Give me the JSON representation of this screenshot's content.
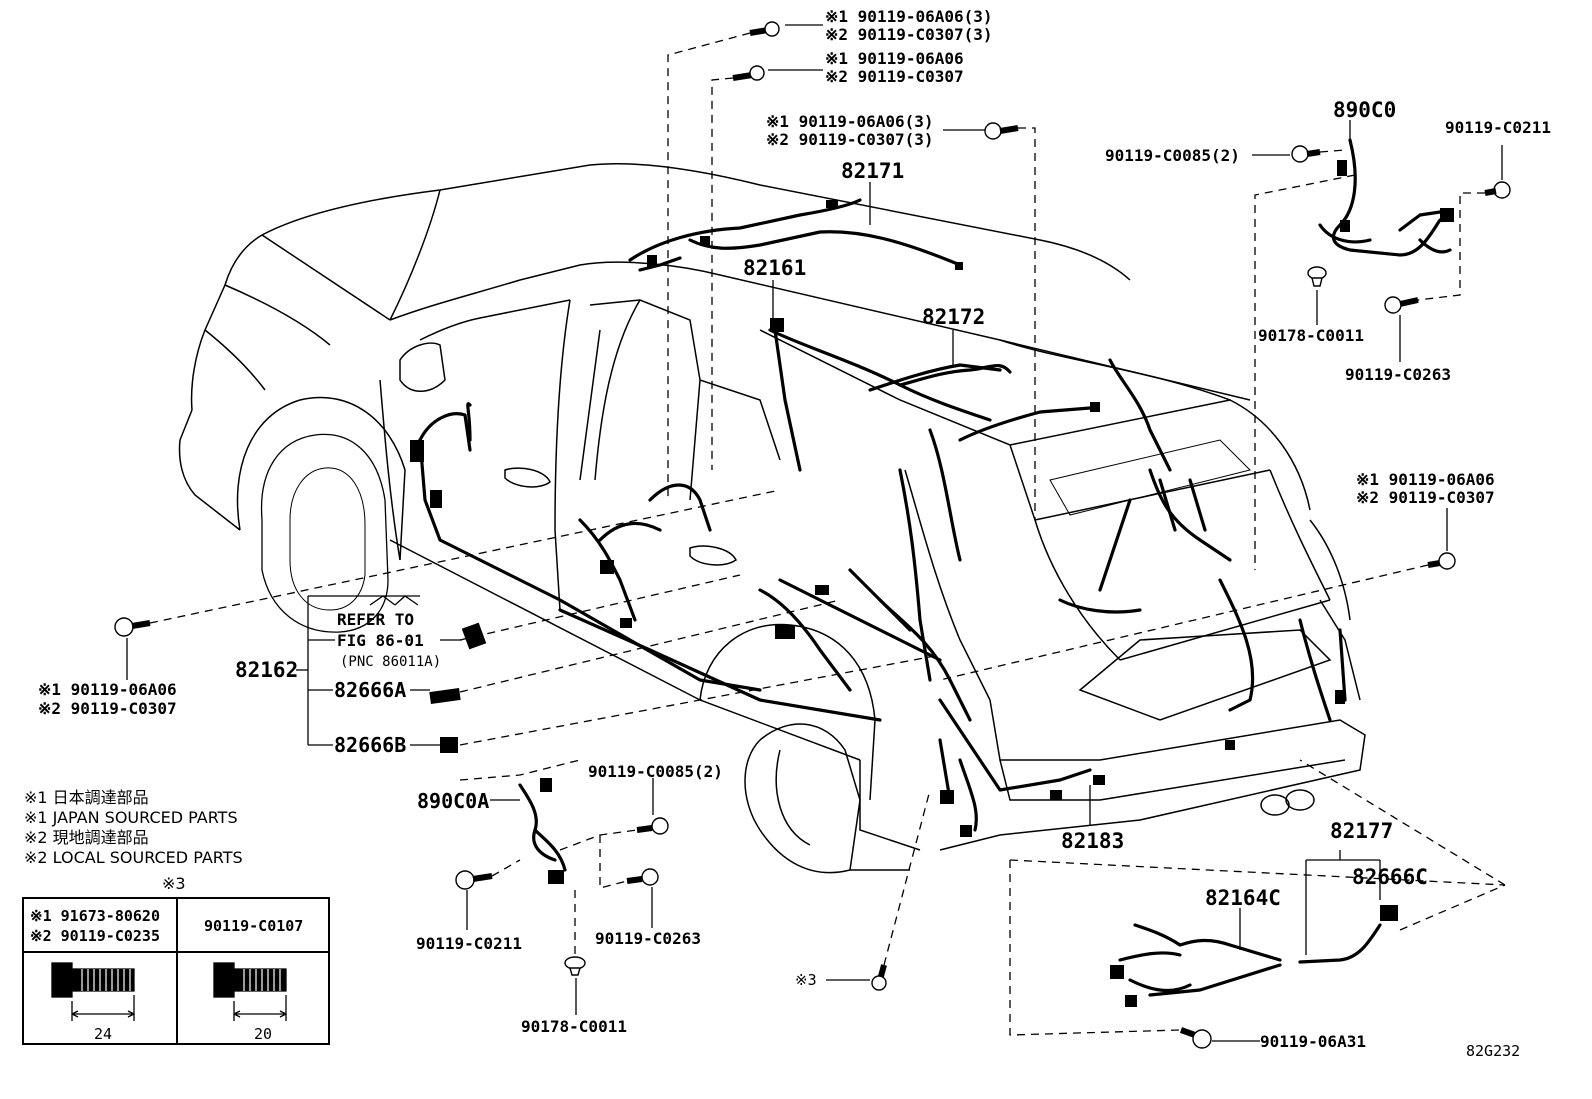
{
  "callouts": {
    "top_bolt_1a": "※1 90119-06A06(3)",
    "top_bolt_1b": "※2 90119-C0307(3)",
    "top_bolt_2a": "※1 90119-06A06",
    "top_bolt_2b": "※2 90119-C0307",
    "top_bolt_3a": "※1 90119-06A06(3)",
    "top_bolt_3b": "※2 90119-C0307(3)",
    "p82171": "82171",
    "p82161": "82161",
    "p82172": "82172",
    "p890C0": "890C0",
    "p90119_C0085_2_top": "90119-C0085(2)",
    "p90119_C0211_top": "90119-C0211",
    "p90178_C0011_top": "90178-C0011",
    "p90119_C0263_top": "90119-C0263",
    "right_bolt_a": "※1 90119-06A06",
    "right_bolt_b": "※2 90119-C0307",
    "left_bolt_a": "※1 90119-06A06",
    "left_bolt_b": "※2 90119-C0307",
    "refer_1": "REFER TO",
    "refer_2": "FIG 86-01",
    "refer_3": "(PNC 86011A)",
    "p82162": "82162",
    "p82666A": "82666A",
    "p82666B": "82666B",
    "p890C0A": "890C0A",
    "p90119_C0085_2_bot": "90119-C0085(2)",
    "p90119_C0211_bot": "90119-C0211",
    "p90119_C0263_bot": "90119-C0263",
    "p90178_C0011_bot": "90178-C0011",
    "p82183": "82183",
    "p82177": "82177",
    "p82666C": "82666C",
    "p82164C": "82164C",
    "star3": "※3",
    "p90119_06A31": "90119-06A31",
    "fig_code": "82G232"
  },
  "notes": {
    "n1": "※1 日本調達部品",
    "n2": "※1 JAPAN SOURCED PARTS",
    "n3": "※2 現地調達部品",
    "n4": "※2 LOCAL SOURCED PARTS",
    "n5": "※3"
  },
  "fastener_table": {
    "left_line1": "※1 91673-80620",
    "left_line2": "※2 90119-C0235",
    "right_header": "90119-C0107",
    "left_dim": "24",
    "right_dim": "20"
  }
}
